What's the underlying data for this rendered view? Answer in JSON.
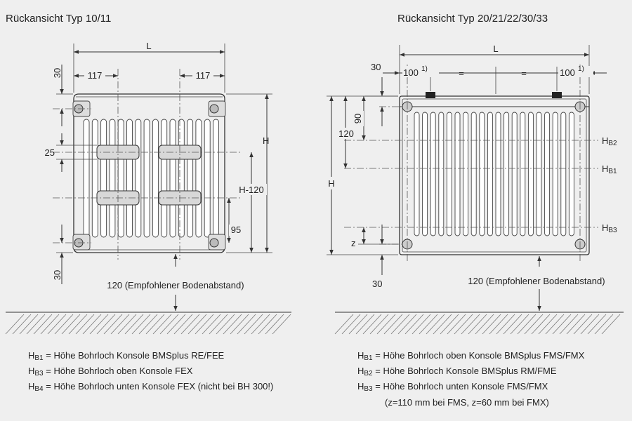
{
  "left": {
    "title": "Rückansicht Typ 10/11",
    "dim_L": "L",
    "dim_117_left": "117",
    "dim_117_right": "117",
    "dim_30_top": "30",
    "dim_25": "25",
    "dim_H": "H",
    "dim_H120": "H-120",
    "dim_95": "95",
    "dim_30_bottom": "30",
    "floor_note": "120 (Empfohlener Bodenabstand)",
    "legend": [
      {
        "sym": "H",
        "sub": "B1",
        "text": " = Höhe Bohrloch Konsole BMSplus RE/FEE"
      },
      {
        "sym": "H",
        "sub": "B3",
        "text": " = Höhe Bohrloch oben Konsole FEX"
      },
      {
        "sym": "H",
        "sub": "B4",
        "text": " = Höhe Bohrloch unten Konsole FEX (nicht bei BH 300!)"
      }
    ]
  },
  "right": {
    "title": "Rückansicht Typ 20/21/22/30/33",
    "dim_L": "L",
    "dim_30_top": "30",
    "dim_100_left": "100",
    "dim_100_right": "100",
    "footnote_mark": "1)",
    "eq_sign": "=",
    "dim_90": "90",
    "dim_120": "120",
    "dim_H": "H",
    "dim_z": "z",
    "dim_30_bottom": "30",
    "hb2": {
      "sym": "H",
      "sub": "B2"
    },
    "hb1": {
      "sym": "H",
      "sub": "B1"
    },
    "hb3": {
      "sym": "H",
      "sub": "B3"
    },
    "floor_note": "120 (Empfohlener Bodenabstand)",
    "legend": [
      {
        "sym": "H",
        "sub": "B1",
        "text": " = Höhe Bohrloch oben Konsole BMSplus FMS/FMX"
      },
      {
        "sym": "H",
        "sub": "B2",
        "text": " = Höhe Bohrloch Konsole BMSplus RM/FME"
      },
      {
        "sym": "H",
        "sub": "B3",
        "text": " = Höhe Bohrloch unten Konsole FMS/FMX"
      }
    ],
    "legend_note": "(z=110 mm bei FMS, z=60 mm bei FMX)"
  }
}
